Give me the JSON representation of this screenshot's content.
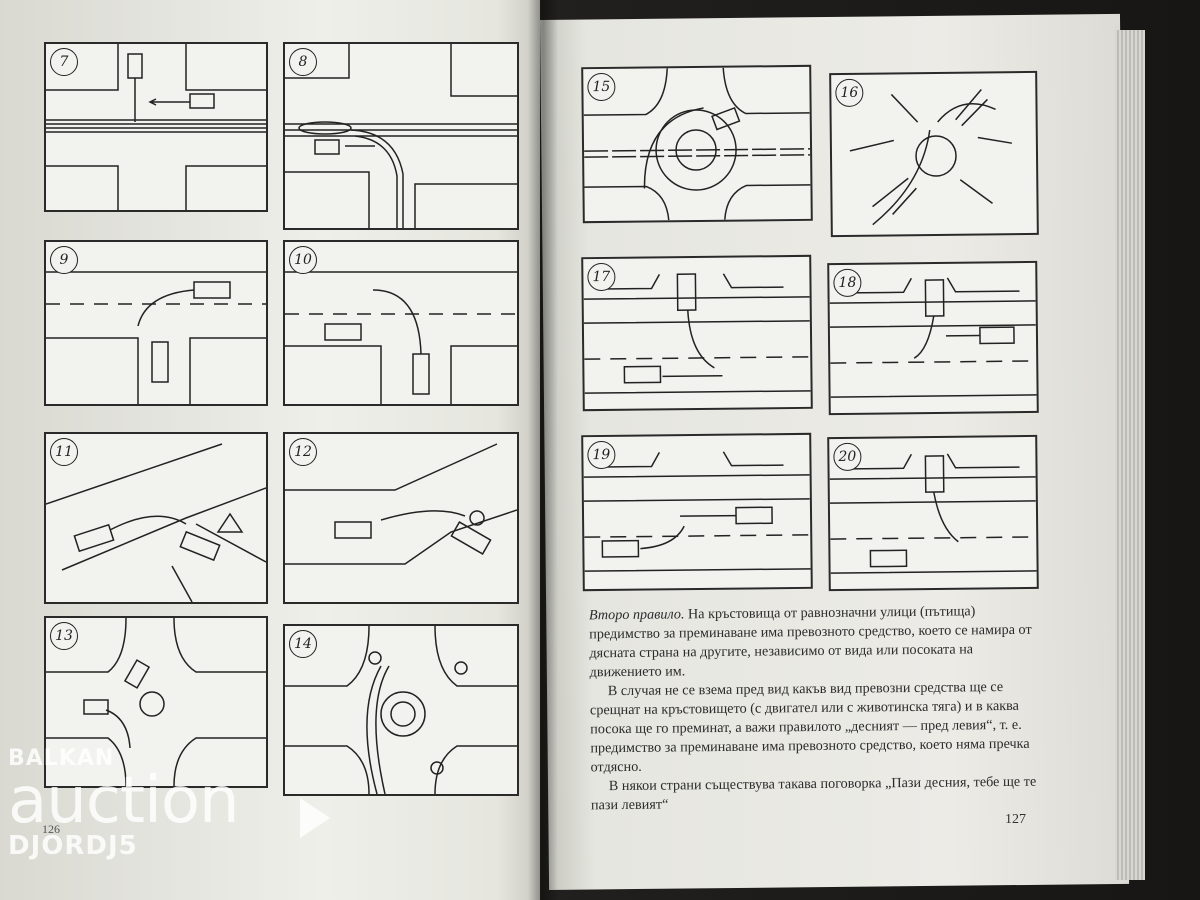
{
  "panels_left": [
    "7",
    "8",
    "9",
    "10",
    "11",
    "12",
    "13",
    "14"
  ],
  "panels_right": [
    "15",
    "16",
    "17",
    "18",
    "19",
    "20"
  ],
  "text": {
    "p1_em": "Второ правило.",
    "p1": " На кръстовища от равнозначни улици (пътища) предимство за преминаване има превозното средство, което се намира от дясната страна на другите, независимо от вида или посоката на движението им.",
    "p2": "В случая не се взема пред вид какъв вид превозни средства ще се срещнат на кръстовището (с двигател или с животинска тяга) и в каква посока ще го преминат, а важи правилото „десният — пред левия“, т. е. предимство за преминаване има превозното средство, което няма пречка отдясно.",
    "p3": "В някои страни съществува такава поговорка „Пази десния, тебе ще те пази левият“"
  },
  "page_number_right": "127",
  "page_number_left": "126",
  "watermark": {
    "top": "BALKAN",
    "main": "auction",
    "bottom": "DJORDJ5"
  },
  "colors": {
    "paper": "#ecebe6",
    "ink": "#2a2a2a",
    "background": "#1a1a1a"
  }
}
